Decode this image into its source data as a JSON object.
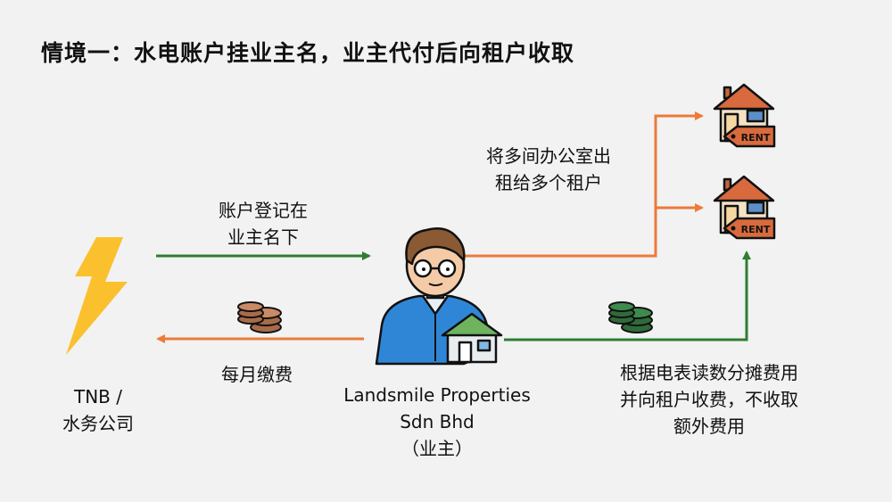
{
  "title": "情境一：水电账户挂业主名，业主代付后向租户收取",
  "labels": {
    "account_line1": "账户登记在",
    "account_line2": "业主名下",
    "monthly_fee": "每月缴费",
    "rent_line1": "将多间办公室出",
    "rent_line2": "租给多个租户",
    "meter_line1": "根据电表读数分摊费用",
    "meter_line2": "并向租户收费，不收取",
    "meter_line3": "额外费用",
    "tnb_line1": "TNB /",
    "tnb_line2": "水务公司",
    "owner_line1": "Landsmile Properties",
    "owner_line2": "Sdn Bhd",
    "owner_line3": "（业主）",
    "rent_sign": "RENT"
  },
  "colors": {
    "green": "#2e7d32",
    "orange": "#ec7a3b",
    "bolt": "#fbc02d",
    "shirt": "#2f86d6",
    "coin_brown": "#a86b4a",
    "coin_green": "#2f6b3a"
  }
}
